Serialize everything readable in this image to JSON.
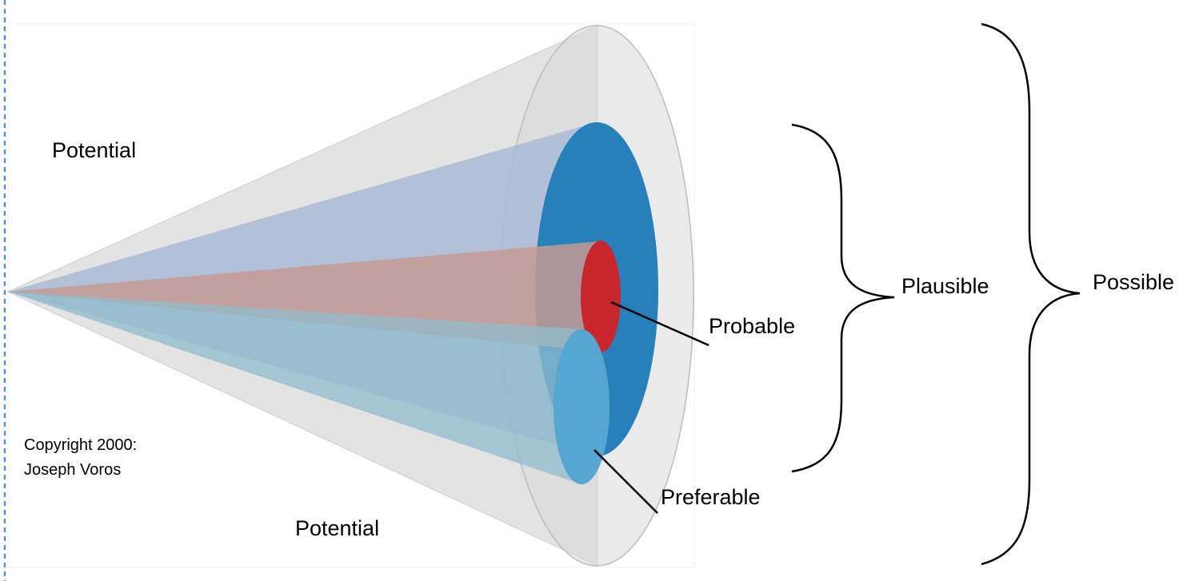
{
  "labels": {
    "potential_top": "Potential",
    "potential_bottom": "Potential",
    "copyright_line1": "Copyright 2000:",
    "copyright_line2": "Joseph Voros",
    "probable": "Probable",
    "preferable": "Preferable",
    "plausible": "Plausible",
    "possible": "Possible"
  },
  "colors": {
    "potential_cone": "#e3e3e3",
    "possible_disc": "#d8d8d8",
    "plausible": "#2880ba",
    "probable": "#c8272d",
    "preferable": "#55a6d0",
    "plausible_cone": "#9fb3d0",
    "probable_cone": "#c49a94",
    "preferable_cone": "#8fb9c9",
    "frame_dash": "#5b8fd6"
  }
}
